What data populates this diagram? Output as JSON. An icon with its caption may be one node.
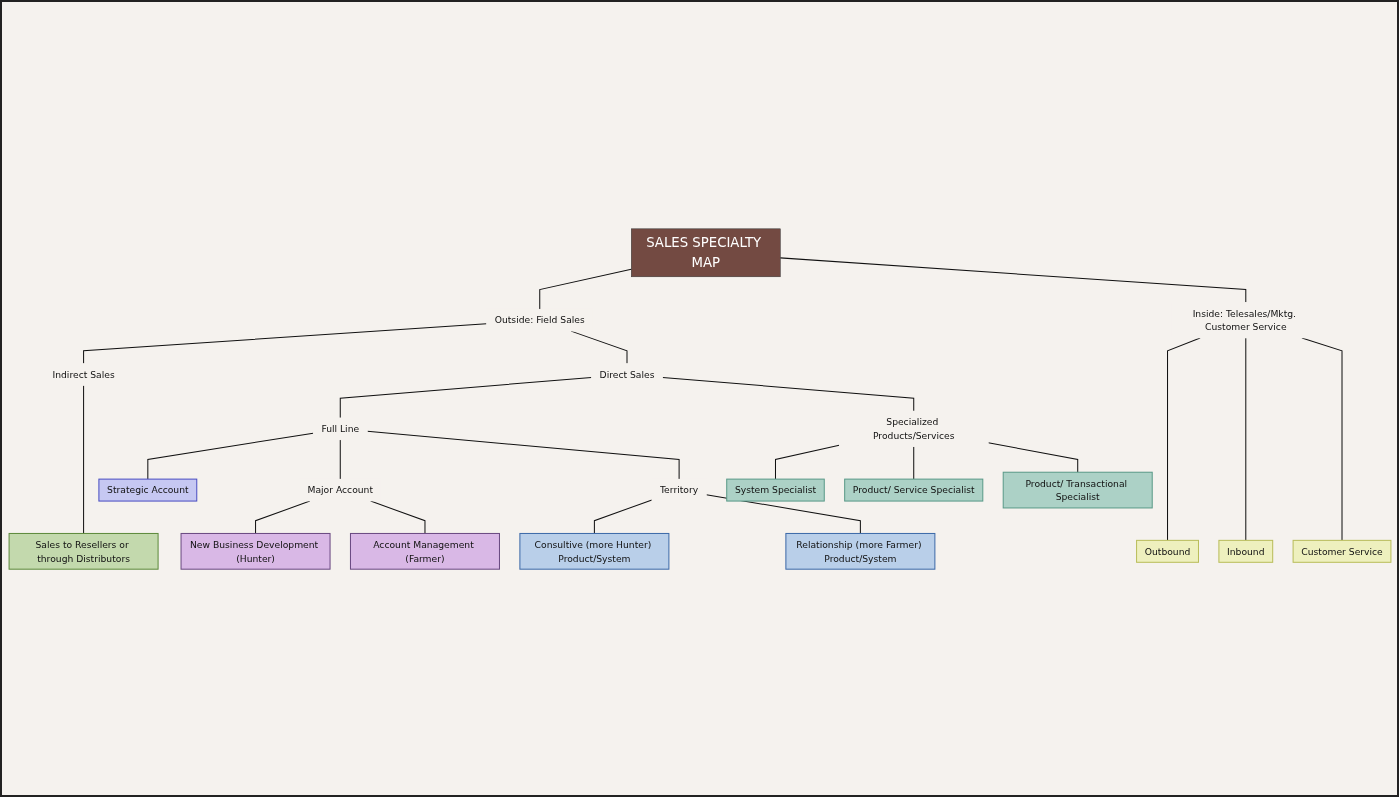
{
  "diagram": {
    "nodes": [
      {
        "text": [
          "SALES SPECIALTY MAP"
        ]
      },
      {
        "text": [
          "Outside: Field Sales"
        ]
      },
      {
        "text": [
          "Inside: Telesales/Mktg. Customer Service"
        ]
      },
      {
        "text": [
          "Indirect Sales"
        ]
      },
      {
        "text": [
          "Direct Sales"
        ]
      },
      {
        "text": [
          "Sales to Resellers or through Distributors"
        ]
      },
      {
        "text": [
          "Full Line"
        ]
      },
      {
        "text": [
          "Specialized Products/Services"
        ]
      },
      {
        "text": [
          "Strategic Account"
        ]
      },
      {
        "text": [
          "Major Account"
        ]
      },
      {
        "text": [
          "Territory"
        ]
      },
      {
        "text": [
          "New Business Development (Hunter)"
        ]
      },
      {
        "text": [
          "Account Management (Farmer)"
        ]
      },
      {
        "text": [
          "Consultive (more Hunter) Product/System"
        ]
      },
      {
        "text": [
          "Relationship (more Farmer) Product/System"
        ]
      },
      {
        "text": [
          "System Specialist"
        ]
      },
      {
        "text": [
          "Product/ Service Specialist"
        ]
      },
      {
        "text": [
          "Product/ Transactional Specialist"
        ]
      },
      {
        "text": [
          "Outbound"
        ]
      },
      {
        "text": [
          "Inbound"
        ]
      },
      {
        "text": [
          "Customer Service"
        ]
      }
    ],
    "edges": [
      {
        "from": 0,
        "to": 1,
        "arrow": "none"
      },
      {
        "from": 0,
        "to": 2,
        "arrow": "none"
      },
      {
        "from": 1,
        "to": 3,
        "arrow": "none"
      },
      {
        "from": 1,
        "to": 4,
        "arrow": "none"
      },
      {
        "from": 3,
        "to": 5,
        "arrow": "none"
      },
      {
        "from": 4,
        "to": 6,
        "arrow": "none"
      },
      {
        "from": 4,
        "to": 7,
        "arrow": "none"
      },
      {
        "from": 6,
        "to": 8,
        "arrow": "none"
      },
      {
        "from": 6,
        "to": 9,
        "arrow": "none"
      },
      {
        "from": 6,
        "to": 10,
        "arrow": "none"
      },
      {
        "from": 9,
        "to": 11,
        "arrow": "none"
      },
      {
        "from": 9,
        "to": 12,
        "arrow": "none"
      },
      {
        "from": 10,
        "to": 13,
        "arrow": "none"
      },
      {
        "from": 10,
        "to": 14,
        "arrow": "none"
      },
      {
        "from": 7,
        "to": 15,
        "arrow": "none"
      },
      {
        "from": 7,
        "to": 16,
        "arrow": "none"
      },
      {
        "from": 7,
        "to": 17,
        "arrow": "none"
      },
      {
        "from": 2,
        "to": 18,
        "arrow": "none"
      },
      {
        "from": 2,
        "to": 19,
        "arrow": "none"
      },
      {
        "from": 2,
        "to": 20,
        "arrow": "none"
      }
    ]
  }
}
